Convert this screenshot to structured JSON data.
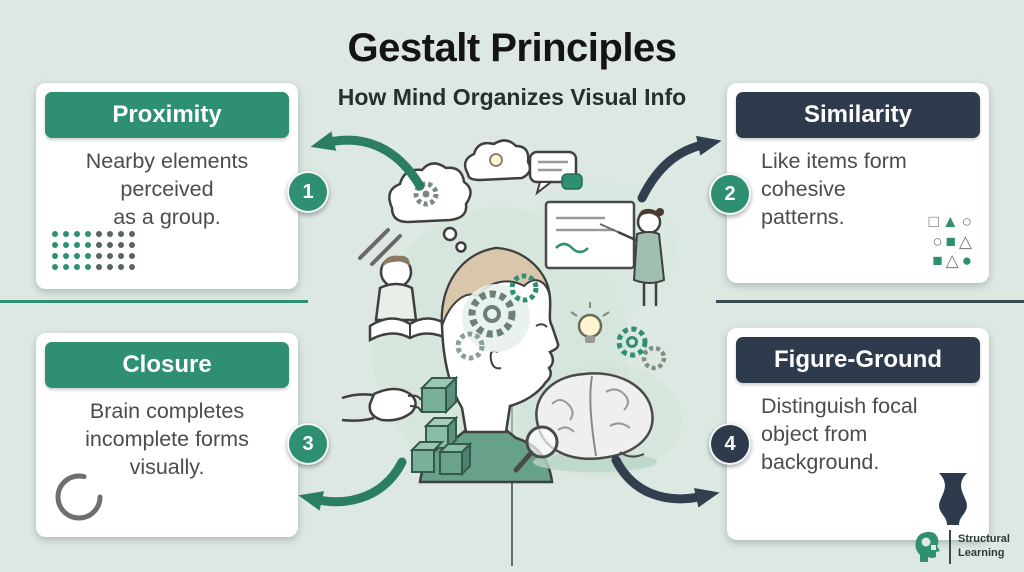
{
  "title": "Gestalt Principles",
  "subtitle": "How Mind Organizes Visual Info",
  "colors": {
    "green": "#2e8f72",
    "dark": "#2e3b4c",
    "background": "#dde8e2",
    "card": "#ffffff"
  },
  "cards": [
    {
      "label": "Proximity",
      "number": "1",
      "text": "Nearby elements\nperceived\nas a group.",
      "theme": "green"
    },
    {
      "label": "Similarity",
      "number": "2",
      "text": "Like items form\ncohesive\npatterns.",
      "theme": "dark"
    },
    {
      "label": "Closure",
      "number": "3",
      "text": "Brain completes\nincomplete forms\nvisually.",
      "theme": "green"
    },
    {
      "label": "Figure-Ground",
      "number": "4",
      "text": "Distinguish focal\nobject from\nbackground.",
      "theme": "dark"
    }
  ],
  "logo": {
    "line1": "Structural",
    "line2": "Learning"
  }
}
